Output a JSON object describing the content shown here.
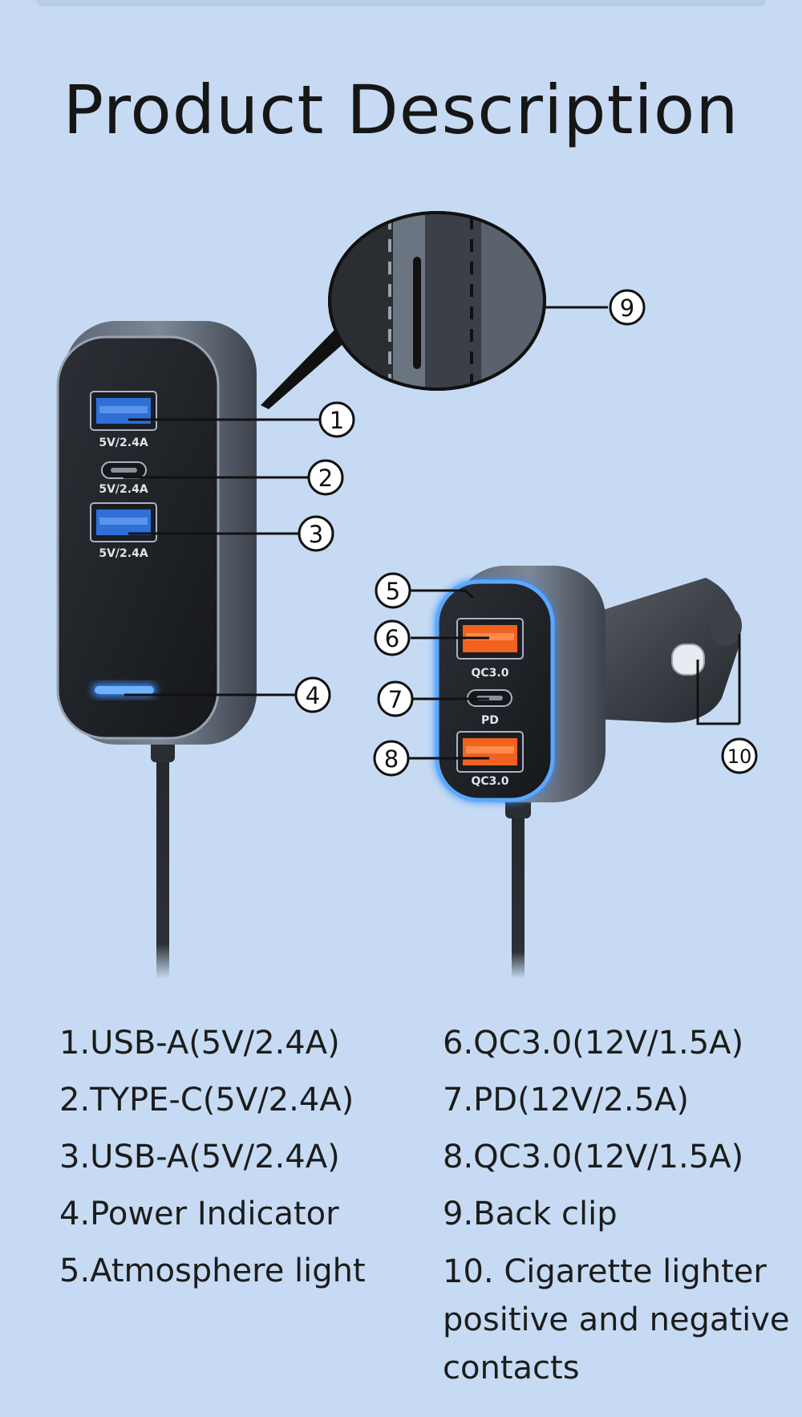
{
  "page": {
    "title": "Product Description"
  },
  "device_labels": {
    "left_port1": "5V/2.4A",
    "left_port2": "5V/2.4A",
    "left_port3": "5V/2.4A",
    "right_port1": "QC3.0",
    "right_port2": "PD",
    "right_port3": "QC3.0"
  },
  "callouts": [
    "1",
    "2",
    "3",
    "4",
    "5",
    "6",
    "7",
    "8",
    "9",
    "10"
  ],
  "features_left": [
    "1.USB-A(5V/2.4A)",
    "2.TYPE-C(5V/2.4A)",
    "3.USB-A(5V/2.4A)",
    "4.Power Indicator",
    "5.Atmosphere light"
  ],
  "features_right": [
    "6.QC3.0(12V/1.5A)",
    "7.PD(12V/2.5A)",
    "8.QC3.0(12V/1.5A)",
    "9.Back clip",
    "10. Cigarette lighter positive and negative contacts"
  ],
  "colors": {
    "background": "#c6dbf3",
    "usb_blue": "#2f6fd8",
    "qc_orange": "#f0621f",
    "glow_blue": "#3a8cff"
  }
}
